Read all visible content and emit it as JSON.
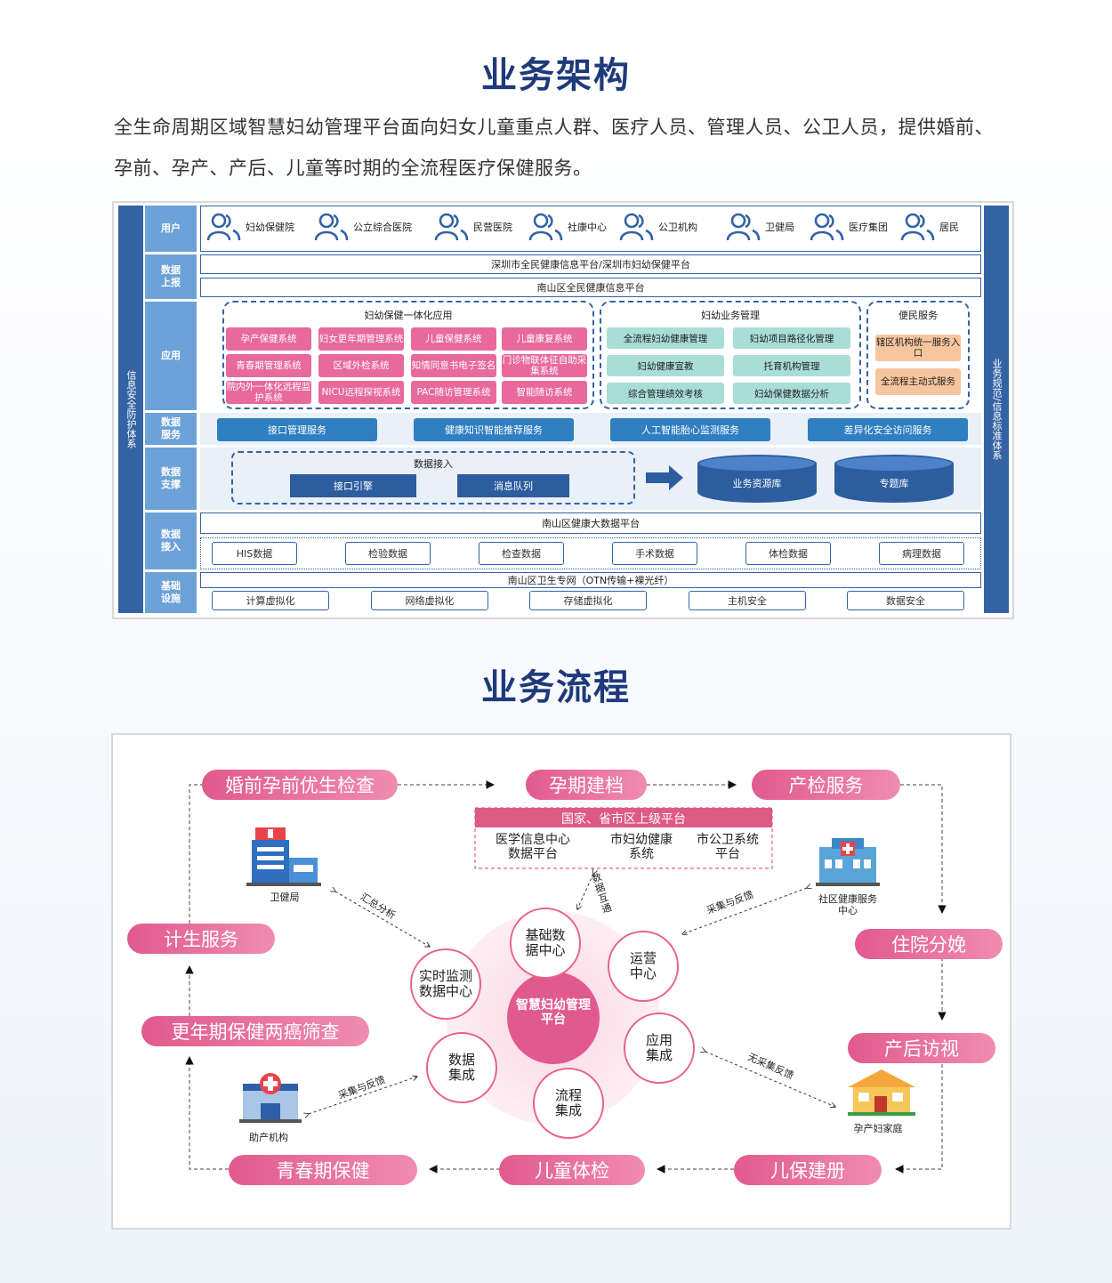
{
  "titles": {
    "arch": "业务架构",
    "flow": "业务流程"
  },
  "intro": "全生命周期区域智慧妇幼管理平台面向妇女儿童重点人群、医疗人员、管理人员、公卫人员，提供婚前、孕前、孕产、产后、儿童等时期的全流程医疗保健服务。",
  "arch": {
    "left_sidebar": "信息安全防护体系",
    "right_sidebar": "业务规范/信息标准体系",
    "rows": {
      "user": "用户",
      "report": "数据上报",
      "app": "应用",
      "service": "数据服务",
      "support": "数据支撑",
      "access": "数据接入",
      "infra": "基础设施"
    },
    "users": [
      "妇幼保健院",
      "公立综合医院",
      "民营医院",
      "社康中心",
      "公卫机构",
      "卫健局",
      "医疗集团",
      "居民"
    ],
    "report_bars": [
      "深圳市全民健康信息平台/深圳市妇幼保健平台",
      "南山区全民健康信息平台"
    ],
    "app_groups": {
      "g1": {
        "title": "妇幼保健一体化应用",
        "items": [
          "孕产保健系统",
          "妇女更年期管理系统",
          "儿童保健系统",
          "儿童康复系统",
          "青春期管理系统",
          "区域外检系统",
          "知情同意书电子签名",
          "门诊物联体征自助采集系统",
          "院内外一体化远程监护系统",
          "NICU远程探视系统",
          "PAC随访管理系统",
          "智能随访系统"
        ]
      },
      "g2": {
        "title": "妇幼业务管理",
        "items": [
          "全流程妇幼健康管理",
          "妇幼项目路径化管理",
          "妇幼健康宣教",
          "托育机构管理",
          "综合管理绩效考核",
          "妇幼保健数据分析"
        ]
      },
      "g3": {
        "title": "便民服务",
        "items": [
          "辖区机构统一服务入口",
          "全流程主动式服务"
        ]
      }
    },
    "services": [
      "接口管理服务",
      "健康知识智能推荐服务",
      "人工智能胎心监测服务",
      "差异化安全访问服务"
    ],
    "support": {
      "title": "数据接入",
      "items": [
        "接口引擎",
        "消息队列"
      ],
      "dbs": [
        "业务资源库",
        "专题库"
      ]
    },
    "bigdata": "南山区健康大数据平台",
    "access_items": [
      "HIS数据",
      "检验数据",
      "检查数据",
      "手术数据",
      "体检数据",
      "病理数据"
    ],
    "network": "南山区卫生专网（OTN传输+裸光纤）",
    "infra_items": [
      "计算虚拟化",
      "网络虚拟化",
      "存储虚拟化",
      "主机安全",
      "数据安全"
    ]
  },
  "flow": {
    "stages": {
      "s1": "婚前孕前优生检查",
      "s2": "孕期建档",
      "s3": "产检服务",
      "s4": "住院分娩",
      "s5": "产后访视",
      "s6": "儿保建册",
      "s7": "儿童体检",
      "s8": "青春期保健",
      "s9": "更年期保健两癌筛查",
      "s10": "计生服务"
    },
    "platform": {
      "title": "国家、省市区上级平台",
      "items": [
        "医学信息中心数据平台",
        "市妇幼健康系统",
        "市公卫系统平台"
      ]
    },
    "center": "智慧妇幼管理平台",
    "nodes": [
      "基础数据中心",
      "运营中心",
      "应用集成",
      "流程集成",
      "数据集成",
      "实时监测数据中心"
    ],
    "entities": [
      "卫健局",
      "社区健康服务中心",
      "孕产妇家庭",
      "助产机构"
    ],
    "links": [
      "汇总分析",
      "数据互通",
      "采集与反馈",
      "无采集反馈",
      "采集与反馈"
    ]
  }
}
